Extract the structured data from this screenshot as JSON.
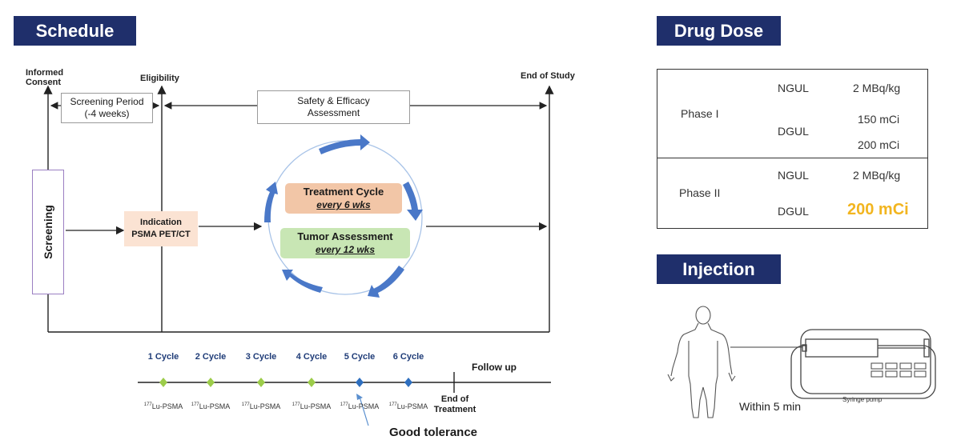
{
  "schedule": {
    "header": "Schedule",
    "informed_consent": "Informed\nConsent",
    "eligibility": "Eligibility",
    "end_of_study": "End of Study",
    "screening_period": "Screening Period\n(-4 weeks)",
    "safety_efficacy": "Safety & Efficacy\nAssessment",
    "screening": "Screening",
    "indication": "Indication\nPSMA PET/CT",
    "treatment_cycle": {
      "title": "Treatment Cycle",
      "sub": "every 6 wks"
    },
    "tumor_assessment": {
      "title": "Tumor Assessment",
      "sub": "every 12 wks"
    }
  },
  "timeline": {
    "cycles": [
      "1 Cycle",
      "2 Cycle",
      "3 Cycle",
      "4 Cycle",
      "5 Cycle",
      "6 Cycle"
    ],
    "follow_up": "Follow up",
    "end_of_treatment": "End of\nTreatment",
    "isotope_sup": "177",
    "isotope_label": "Lu-PSMA",
    "good_tolerance": "Good tolerance",
    "colors": {
      "early": "#9ccc4a",
      "late": "#2e6fbf"
    }
  },
  "drug_dose": {
    "header": "Drug Dose",
    "phase1": "Phase I",
    "phase2": "Phase II",
    "ngul": "NGUL",
    "dgul": "DGUL",
    "p1_ngul": "2 MBq/kg",
    "p1_dgul_a": "150 mCi",
    "p1_dgul_b": "200 mCi",
    "p2_ngul": "2 MBq/kg",
    "p2_dgul": "200 mCi",
    "highlight_color": "#f2b51f"
  },
  "injection": {
    "header": "Injection",
    "within": "Within 5 min",
    "pump_label": "Syringe pump"
  }
}
